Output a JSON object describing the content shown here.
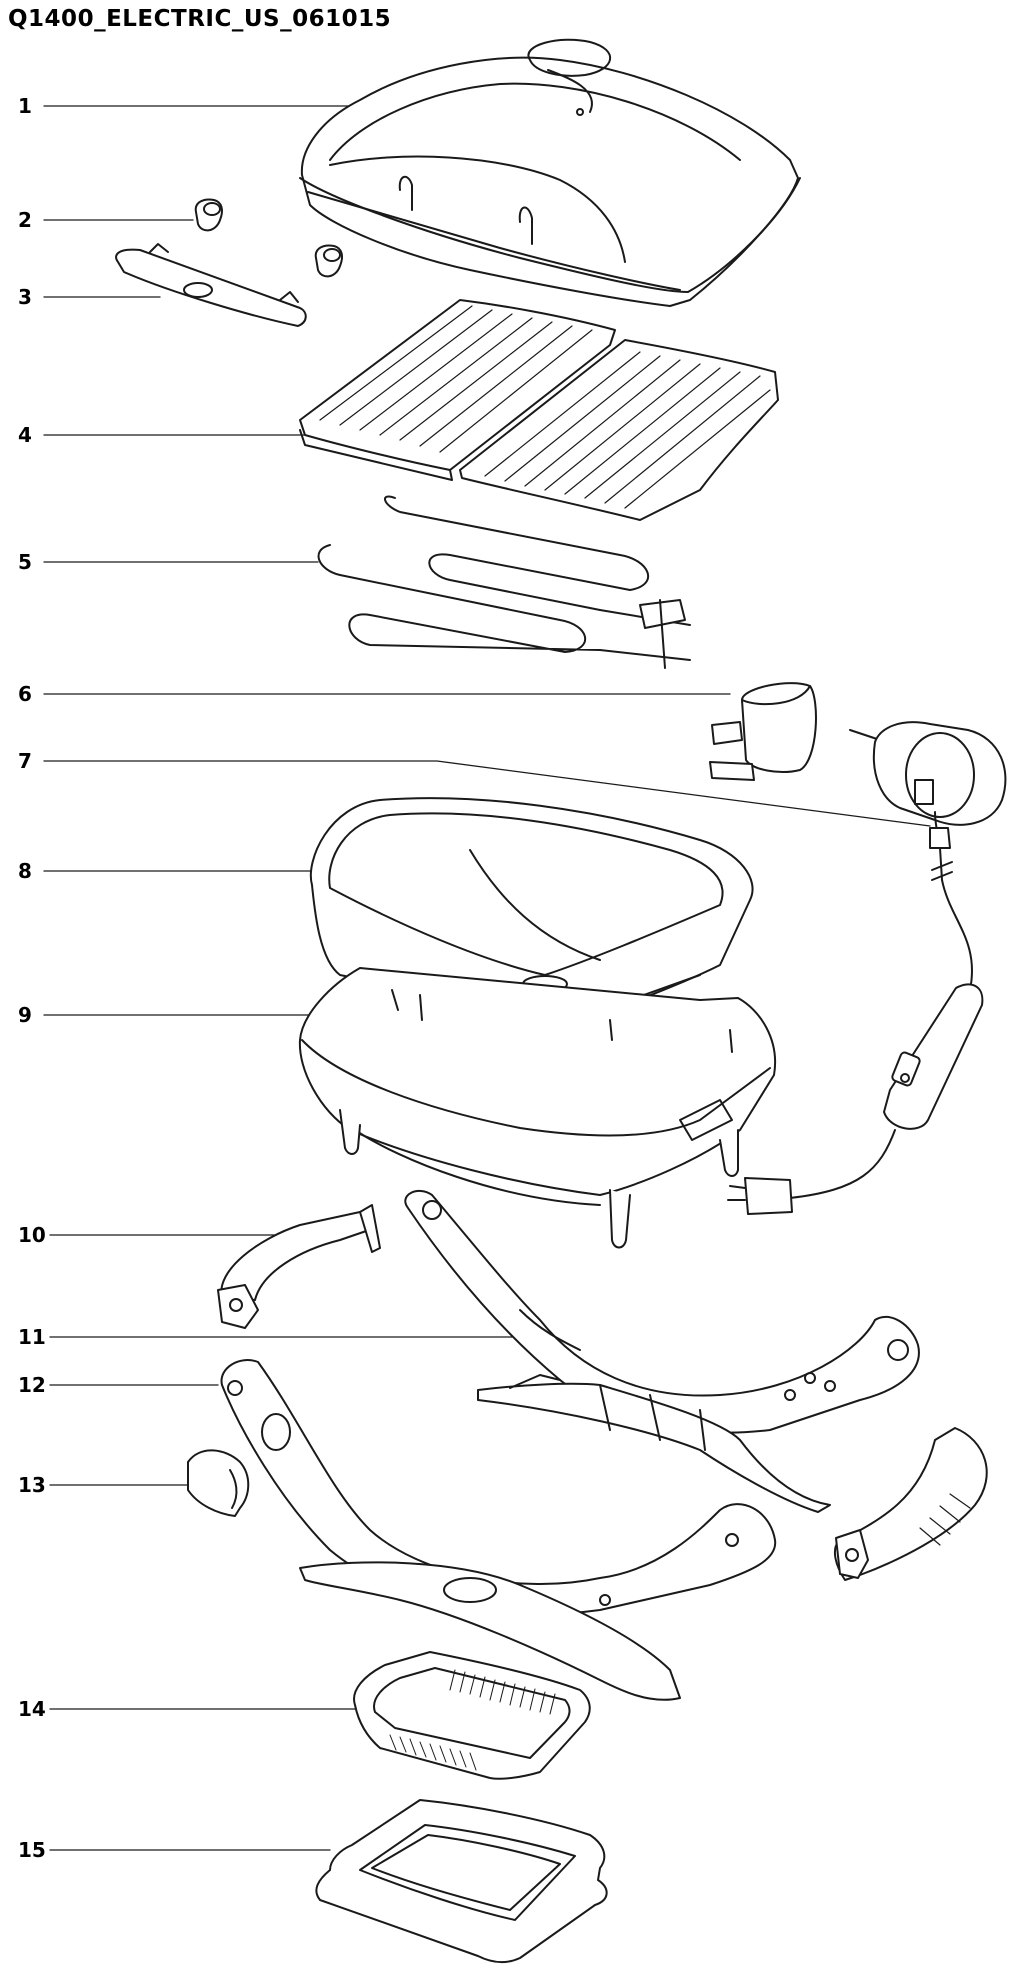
{
  "title": "Q1400_ELECTRIC_US_061015",
  "callouts": [
    {
      "id": 1,
      "label": "1"
    },
    {
      "id": 2,
      "label": "2"
    },
    {
      "id": 3,
      "label": "3"
    },
    {
      "id": 4,
      "label": "4"
    },
    {
      "id": 5,
      "label": "5"
    },
    {
      "id": 6,
      "label": "6"
    },
    {
      "id": 7,
      "label": "7"
    },
    {
      "id": 8,
      "label": "8"
    },
    {
      "id": 9,
      "label": "9"
    },
    {
      "id": 10,
      "label": "10"
    },
    {
      "id": 11,
      "label": "11"
    },
    {
      "id": 12,
      "label": "12"
    },
    {
      "id": 13,
      "label": "13"
    },
    {
      "id": 14,
      "label": "14"
    },
    {
      "id": 15,
      "label": "15"
    }
  ],
  "colors": {
    "line": "#1a1a1a",
    "fill": "#ffffff",
    "shade": "#e6e6e6",
    "text": "#000000"
  }
}
